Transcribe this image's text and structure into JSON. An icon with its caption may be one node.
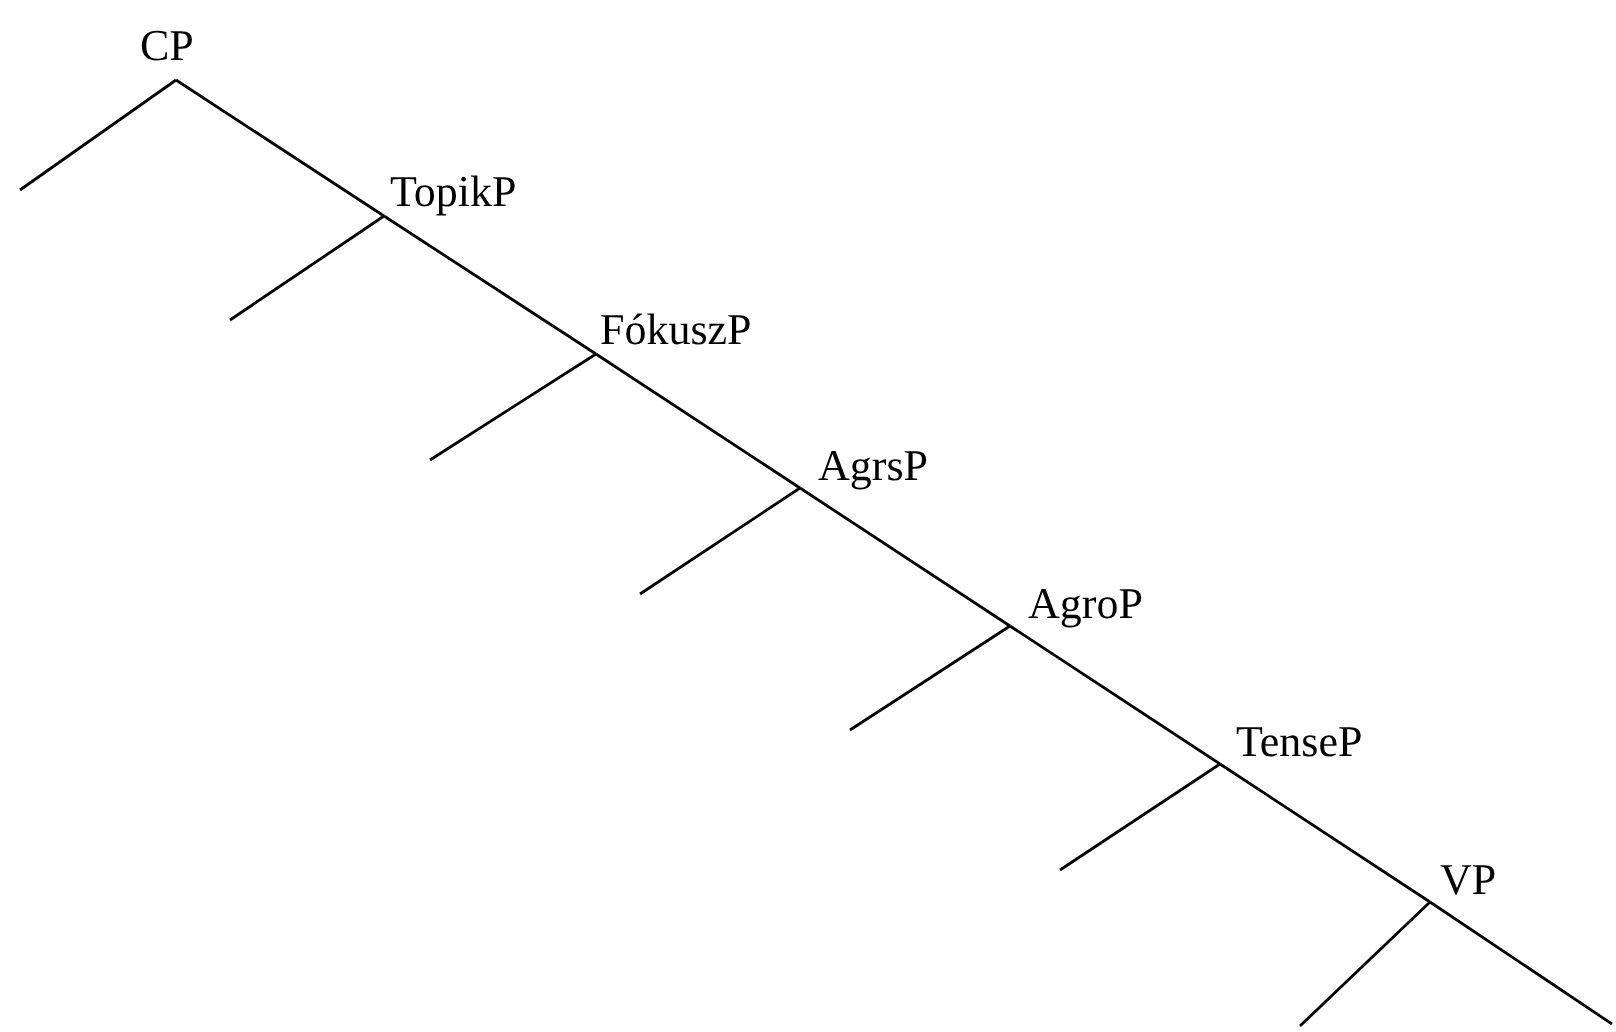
{
  "diagram": {
    "nodes": [
      {
        "text": [
          "CP"
        ]
      },
      {
        "text": [
          "TopikP"
        ]
      },
      {
        "text": [
          "FókuszP"
        ]
      },
      {
        "text": [
          "AgrsP"
        ]
      },
      {
        "text": [
          "AgroP"
        ]
      },
      {
        "text": [
          "TenseP"
        ]
      },
      {
        "text": [
          "VP"
        ]
      }
    ],
    "edges": [
      {
        "from": 0,
        "to": null,
        "arrow": "none"
      },
      {
        "from": 0,
        "to": 1,
        "arrow": "none"
      },
      {
        "from": 1,
        "to": null,
        "arrow": "none"
      },
      {
        "from": 1,
        "to": 2,
        "arrow": "none"
      },
      {
        "from": 2,
        "to": null,
        "arrow": "none"
      },
      {
        "from": 2,
        "to": 3,
        "arrow": "none"
      },
      {
        "from": 3,
        "to": null,
        "arrow": "none"
      },
      {
        "from": 3,
        "to": 4,
        "arrow": "none"
      },
      {
        "from": 4,
        "to": null,
        "arrow": "none"
      },
      {
        "from": 4,
        "to": 5,
        "arrow": "none"
      },
      {
        "from": 5,
        "to": null,
        "arrow": "none"
      },
      {
        "from": 5,
        "to": 6,
        "arrow": "none"
      },
      {
        "from": 6,
        "to": null,
        "arrow": "none"
      },
      {
        "from": 6,
        "to": null,
        "arrow": "none"
      }
    ]
  }
}
